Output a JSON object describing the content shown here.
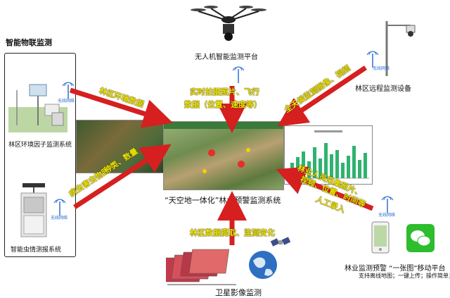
{
  "left_group_title": "智能物联监测",
  "drone_label": "无人机智能监测平台",
  "remote_device_label": "林区远程监测设备",
  "env_system_label": "林区环境因子监测系统",
  "pest_system_label": "智能虫情测报系统",
  "central_system_label": "“天空地一体化”林业预警监测系统",
  "satellite_label": "卫星影像监测",
  "mobile_label": "林业监测预警 “一张图”移动平台",
  "mobile_sub": "支持离线地图；一键上传；操作简单；",
  "wireless_label": "无线网络",
  "arrow_texts": {
    "forest_env": "林区环境数据",
    "drone": [
      "实时拍摄照片、飞行",
      "数据（位置、速度等）"
    ],
    "remote": "全天候监测图像、视频",
    "pest": [
      "病虫害虫物照片、",
      "种类、数量"
    ],
    "mobile": [
      "林业人员采集照片、",
      "视频、位置、时间等",
      "人工录入"
    ],
    "satellite": "林区数据提取、监测变化"
  },
  "colors": {
    "arrow": "#d61f1f",
    "arrow_text": "#f3e600",
    "wireless": "#2a6fd6"
  },
  "icons": [
    "drone-icon",
    "camera-pole-icon",
    "wifi-icon",
    "satellite-icon",
    "globe-icon",
    "wechat-icon",
    "phone-icon"
  ]
}
